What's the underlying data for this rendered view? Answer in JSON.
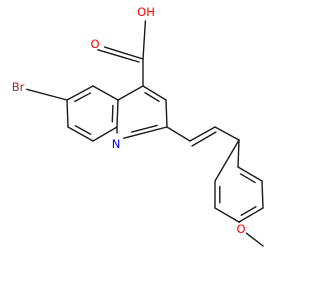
{
  "structure": {
    "atoms": {
      "bromine": {
        "label": "Br",
        "color": "#a52a2a"
      },
      "nitrogen": {
        "label": "N",
        "color": "#0000ff"
      },
      "carbonyl_oxygen": {
        "label": "O",
        "color": "#ff0000"
      },
      "hydroxyl": {
        "label": "OH",
        "color": "#ff0000"
      },
      "ether_oxygen": {
        "label": "O",
        "color": "#ff0000"
      }
    },
    "bond_color": "#1a1a1a"
  }
}
